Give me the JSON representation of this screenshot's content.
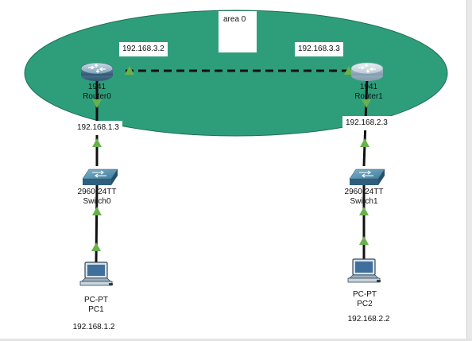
{
  "area": {
    "label": "area 0",
    "fill": "#2e9e7a"
  },
  "colors": {
    "link": "#111111",
    "up_arrow": "#6ab04c"
  },
  "routers": [
    {
      "id": "router0",
      "model": "1941",
      "name": "Router0"
    },
    {
      "id": "router1",
      "model": "1941",
      "name": "Router1"
    }
  ],
  "switches": [
    {
      "id": "switch0",
      "model": "2960-24TT",
      "name": "Switch0"
    },
    {
      "id": "switch1",
      "model": "2960-24TT",
      "name": "Switch1"
    }
  ],
  "pcs": [
    {
      "id": "pc1",
      "model": "PC-PT",
      "name": "PC1",
      "ip": "192.168.1.2"
    },
    {
      "id": "pc2",
      "model": "PC-PT",
      "name": "PC2",
      "ip": "192.168.2.2"
    }
  ],
  "interface_ips": {
    "router0_serial": "192.168.3.2",
    "router1_serial": "192.168.3.3",
    "router0_lan": "192.168.1.3",
    "router1_lan": "192.168.2.3"
  }
}
